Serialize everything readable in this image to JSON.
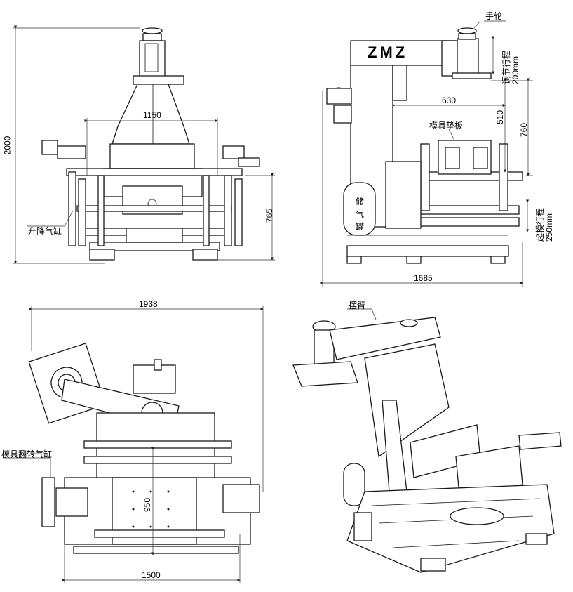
{
  "dimensions": {
    "front_height": "2000",
    "front_width": "1150",
    "front_lift_height": "765",
    "side_depth": "630",
    "side_510": "510",
    "side_760": "760",
    "side_width": "1685",
    "top_width": "1938",
    "top_inner": "950",
    "top_base": "1500"
  },
  "labels": {
    "handwheel": "手轮",
    "adjust_stroke_line1": "调节行程",
    "adjust_stroke_line2": "200mm",
    "mold_pad": "模具垫板",
    "gas_tank_1": "储",
    "gas_tank_2": "气",
    "gas_tank_3": "罐",
    "lift_cylinder": "升降气缸",
    "lift_stroke_line1": "起模行程",
    "lift_stroke_line2": "250mm",
    "flip_cylinder": "模具翻转气缸",
    "swing_arm": "摆臂",
    "logo": "ZMZ"
  }
}
